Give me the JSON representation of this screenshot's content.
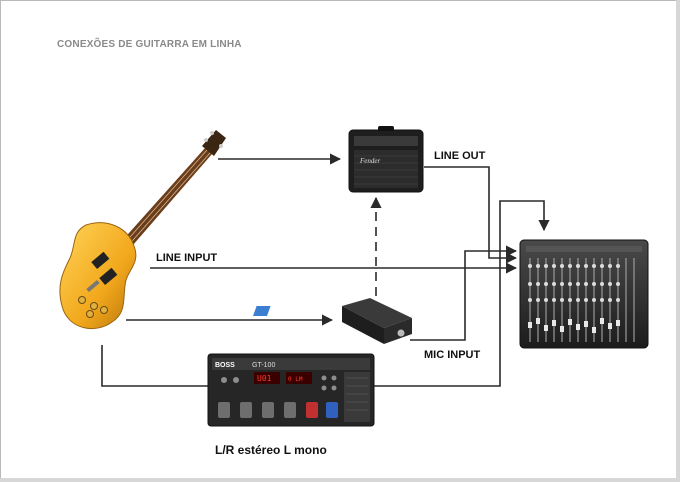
{
  "title": "CONEXÕES DE GUITARRA EM LINHA",
  "labels": {
    "line_out": "LINE OUT",
    "line_input": "LINE INPUT",
    "mic_input": "MIC INPUT",
    "pedal_caption": "L/R estéreo L mono"
  },
  "devices": {
    "amp_brand": "Fender",
    "pedal_brand": "BOSS",
    "pedal_model": "GT-100",
    "pedal_display_left": "U01",
    "pedal_display_right": "0 LM"
  },
  "colors": {
    "line": "#2a2a2a",
    "guitar_body": "#f2b122",
    "amp": "#1e1e1e",
    "mixer": "#2b2b2b"
  }
}
